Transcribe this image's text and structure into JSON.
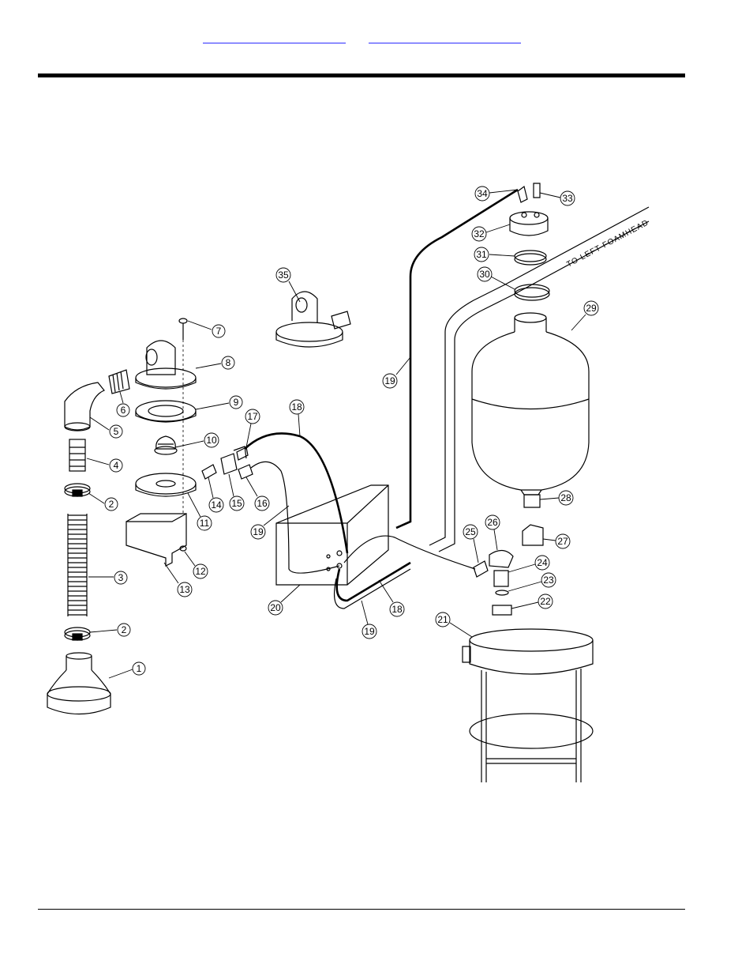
{
  "nav": {
    "link_1": "",
    "link_2": ""
  },
  "diagram": {
    "hose_annotation": "TO LEFT FOAMHEAD",
    "part_numbers": [
      "1",
      "2",
      "2",
      "3",
      "4",
      "5",
      "6",
      "7",
      "8",
      "9",
      "10",
      "11",
      "12",
      "13",
      "14",
      "15",
      "16",
      "17",
      "18",
      "18",
      "19",
      "19",
      "19",
      "20",
      "21",
      "22",
      "23",
      "24",
      "25",
      "26",
      "27",
      "28",
      "29",
      "30",
      "31",
      "32",
      "33",
      "34",
      "35"
    ]
  }
}
